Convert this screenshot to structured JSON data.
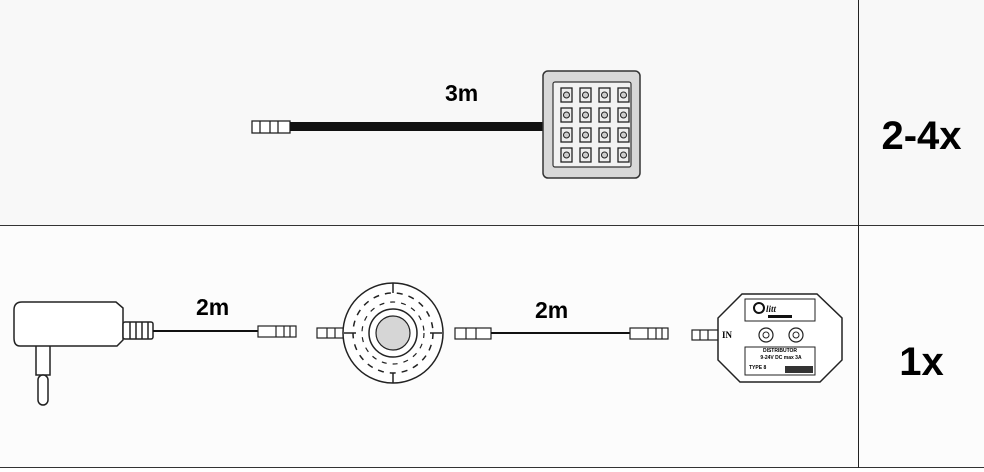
{
  "rows": [
    {
      "item": "led-panel-light",
      "cable_length": "3m",
      "quantity": "2-4x"
    },
    {
      "item": "power-supply-switch-distributor",
      "cable_lengths": [
        "2m",
        "2m"
      ],
      "quantity": "1x",
      "distributor": {
        "port_label": "IN",
        "title": "DISTRIBUTOR",
        "spec": "9-24V DC max 3A",
        "type": "TYPE 8"
      }
    }
  ]
}
